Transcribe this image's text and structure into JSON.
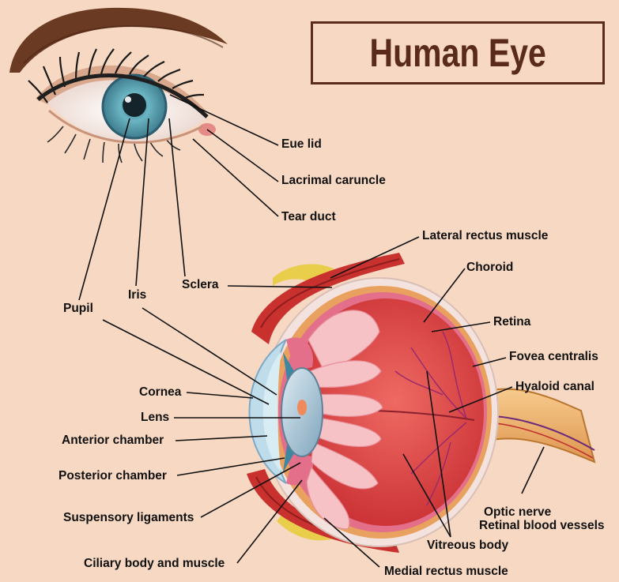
{
  "title": "Human Eye",
  "labels": {
    "eye_lid": "Eue lid",
    "lacrimal_caruncle": "Lacrimal caruncle",
    "tear_duct": "Tear duct",
    "lateral_rectus": "Lateral rectus muscle",
    "choroid": "Choroid",
    "retina": "Retina",
    "fovea": "Fovea centralis",
    "hyaloid": "Hyaloid canal",
    "sclera": "Sclera",
    "iris": "Iris",
    "pupil": "Pupil",
    "cornea": "Cornea",
    "lens": "Lens",
    "anterior_chamber": "Anterior chamber",
    "posterior_chamber": "Posterior chamber",
    "suspensory": "Suspensory ligaments",
    "ciliary": "Ciliary body and muscle",
    "optic_nerve": "Optic nerve",
    "retinal_vessels": "Retinal blood vessels",
    "vitreous": "Vitreous body",
    "medial_rectus": "Medial rectus muscle"
  },
  "colors": {
    "background": "#F6D8C3",
    "title": "#5A2A1A",
    "iris": "#5FA6B4",
    "muscle": "#C8312E",
    "vitreous": "#E0484A",
    "optic_nerve": "#F0B36C",
    "fat": "#E8CE4B"
  }
}
